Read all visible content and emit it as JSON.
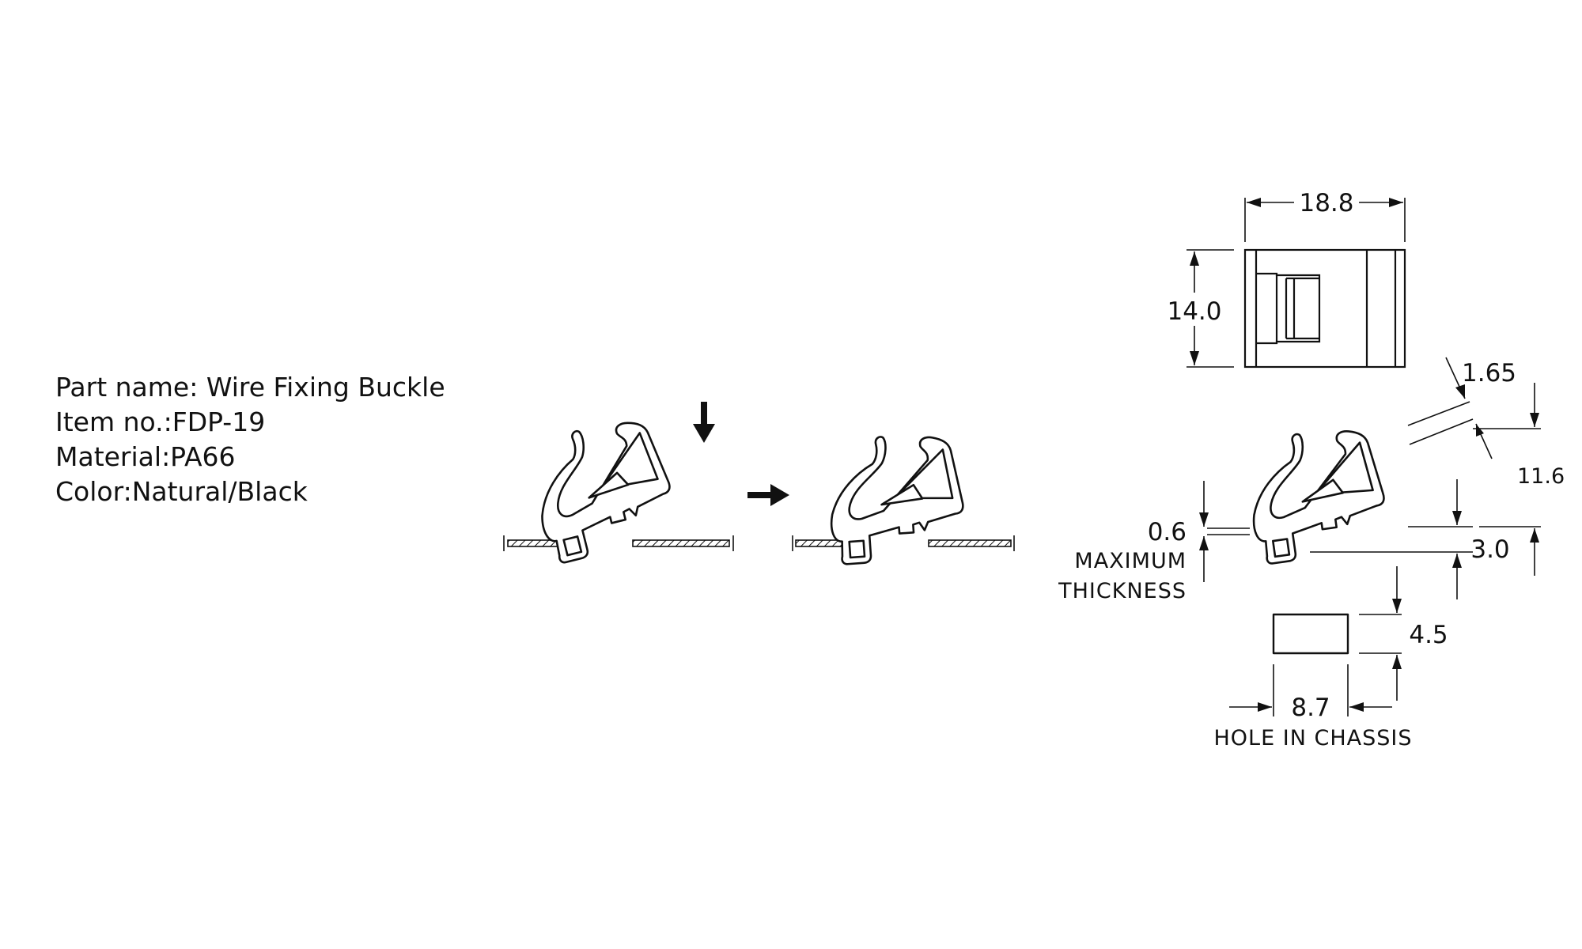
{
  "info": {
    "part_name": "Part name: Wire Fixing Buckle",
    "item_no": "Item no.:FDP-19",
    "material": "Material:PA66",
    "color": "Color:Natural/Black"
  },
  "dimensions": {
    "width_top": "18.8",
    "height_top": "14.0",
    "thickness_165": "1.65",
    "height_116": "11.6",
    "max_thickness_value": "0.6",
    "max_thickness_label_1": "MAXIMUM",
    "max_thickness_label_2": "THICKNESS",
    "depth_30": "3.0",
    "hole_height": "4.5",
    "hole_width": "8.7",
    "hole_label": "HOLE IN CHASSIS"
  }
}
